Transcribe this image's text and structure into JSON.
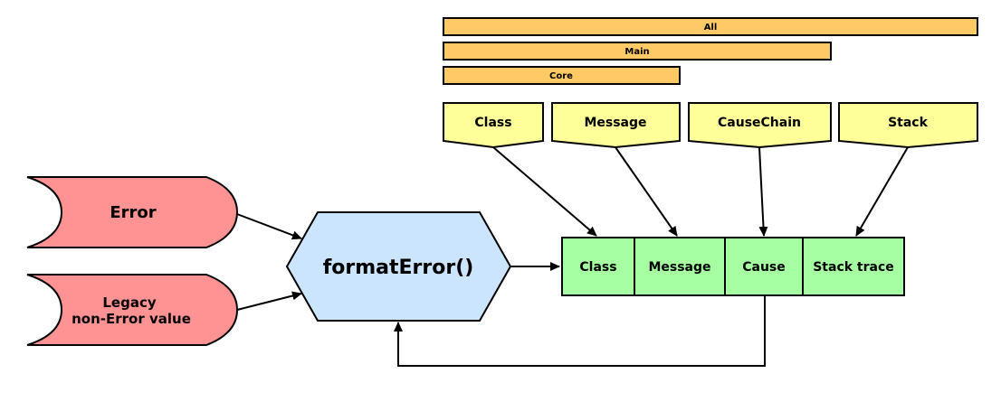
{
  "bars": [
    {
      "label": "All",
      "color": "#ffc966"
    },
    {
      "label": "Main",
      "color": "#ffc966"
    },
    {
      "label": "Core",
      "color": "#ffc966"
    }
  ],
  "options": [
    {
      "label": "Class",
      "color": "#ffff99"
    },
    {
      "label": "Message",
      "color": "#ffff99"
    },
    {
      "label": "CauseChain",
      "color": "#ffff99"
    },
    {
      "label": "Stack",
      "color": "#ffff99"
    }
  ],
  "inputs": [
    {
      "lines": [
        "Error"
      ],
      "color": "#ff9393"
    },
    {
      "lines": [
        "Legacy",
        "non-Error value"
      ],
      "color": "#ff9393"
    }
  ],
  "function": {
    "label": "formatError()",
    "color": "#cce5ff"
  },
  "output_cells": [
    {
      "label": "Class",
      "color": "#a6ffa0"
    },
    {
      "label": "Message",
      "color": "#a6ffa0"
    },
    {
      "label": "Cause",
      "color": "#a6ffa0"
    },
    {
      "label": "Stack trace",
      "color": "#a6ffa0"
    }
  ]
}
